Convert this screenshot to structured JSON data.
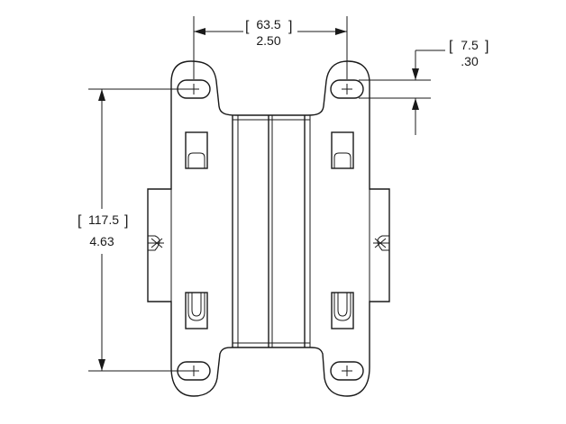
{
  "dimensions": {
    "width": {
      "mm": "63.5",
      "in": "2.50"
    },
    "height": {
      "mm": "117.5",
      "in": "4.63"
    },
    "slot": {
      "mm": "7.5",
      "in": ".30"
    }
  }
}
